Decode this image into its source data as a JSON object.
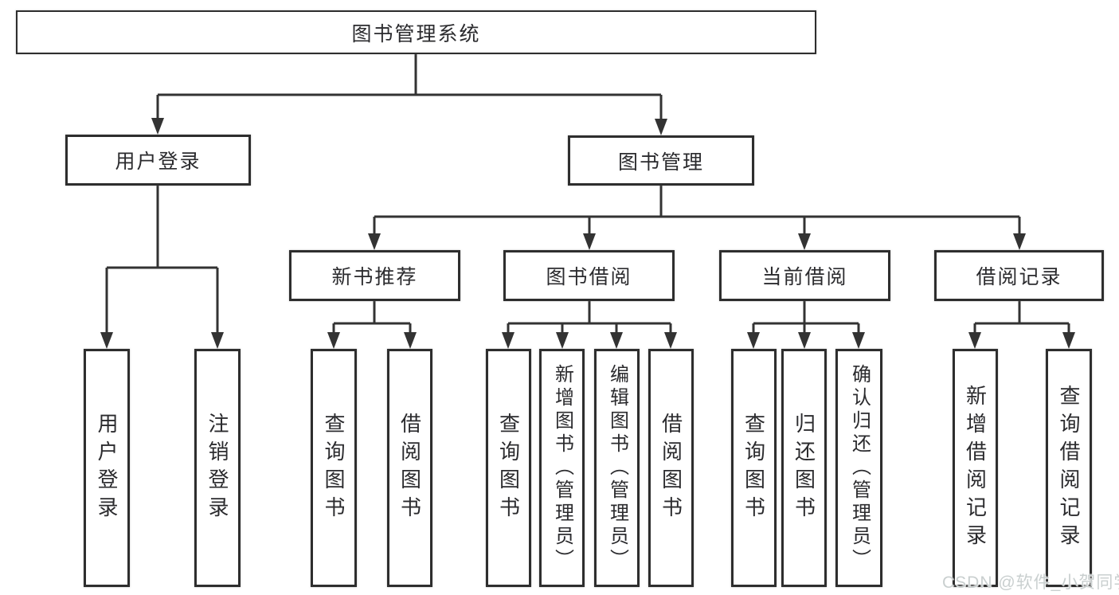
{
  "colors": {
    "line": "#333333",
    "box-border": "#2e2e2e",
    "text": "#2b2b2e",
    "watermark": "#c9cfcf",
    "background": "#ffffff"
  },
  "tree": {
    "root": {
      "label": "图书管理系统"
    },
    "branches": [
      {
        "label": "用户登录",
        "children": [
          {
            "label": "用户登录"
          },
          {
            "label": "注销登录"
          }
        ]
      },
      {
        "label": "图书管理",
        "children": [
          {
            "label": "新书推荐",
            "children": [
              {
                "label": "查询图书"
              },
              {
                "label": "借阅图书"
              }
            ]
          },
          {
            "label": "图书借阅",
            "children": [
              {
                "label": "查询图书"
              },
              {
                "label": "新增图书（管理员）"
              },
              {
                "label": "编辑图书（管理员）"
              },
              {
                "label": "借阅图书"
              }
            ]
          },
          {
            "label": "当前借阅",
            "children": [
              {
                "label": "查询图书"
              },
              {
                "label": "归还图书"
              },
              {
                "label": "确认归还（管理员）"
              }
            ]
          },
          {
            "label": "借阅记录",
            "children": [
              {
                "label": "新增借阅记录"
              },
              {
                "label": "查询借阅记录"
              }
            ]
          }
        ]
      }
    ]
  },
  "watermark": {
    "text": "CSDN @软件_小贺同学"
  }
}
